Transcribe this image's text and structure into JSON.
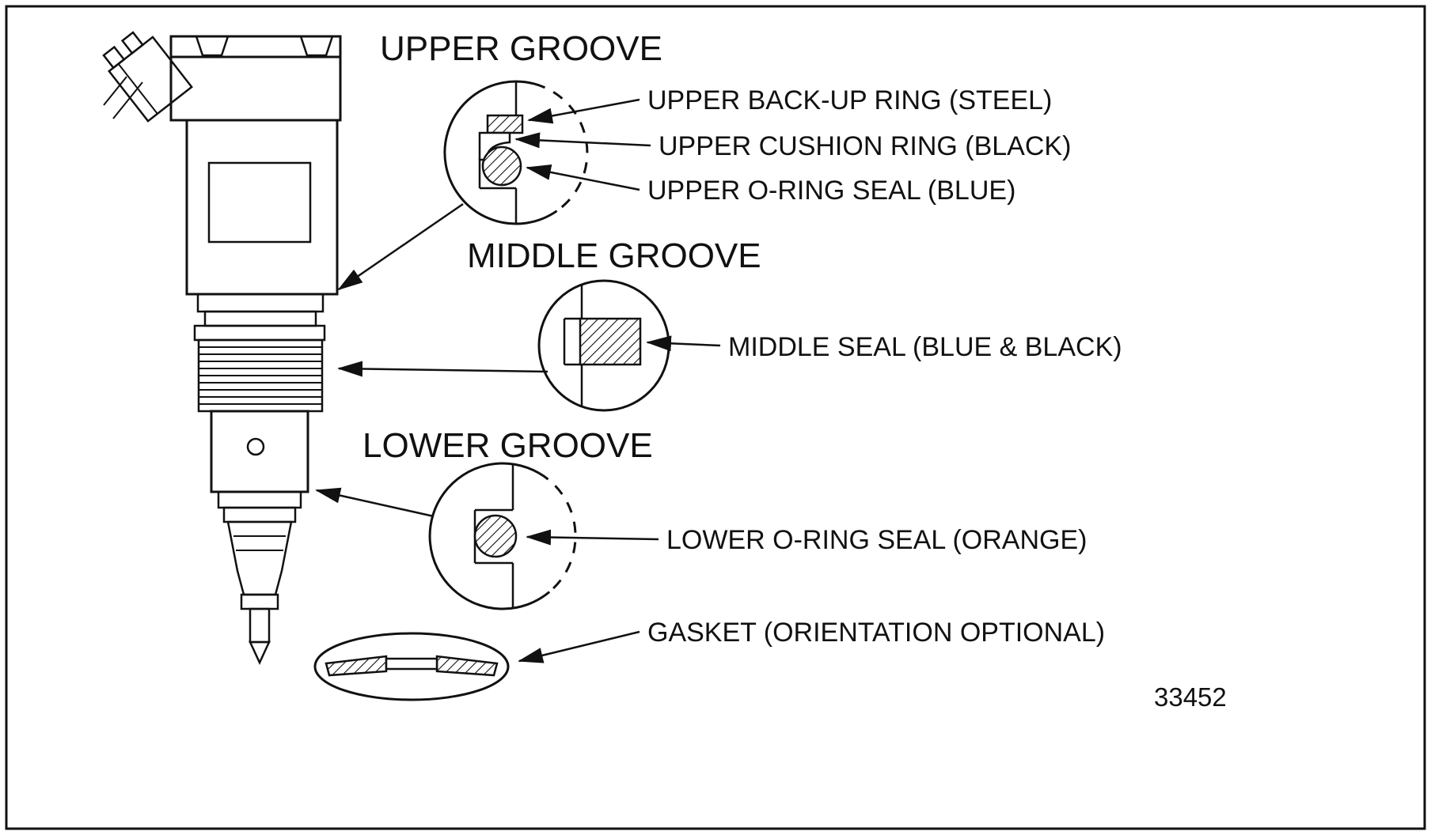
{
  "figure": {
    "number": "33452",
    "ink_color": "#111111",
    "background_color": "#ffffff",
    "sections": {
      "upper": {
        "title": "UPPER GROOVE",
        "labels": [
          "UPPER BACK-UP RING (STEEL)",
          "UPPER CUSHION RING (BLACK)",
          "UPPER O-RING SEAL (BLUE)"
        ]
      },
      "middle": {
        "title": "MIDDLE GROOVE",
        "labels": [
          "MIDDLE SEAL (BLUE & BLACK)"
        ]
      },
      "lower": {
        "title": "LOWER GROOVE",
        "labels": [
          "LOWER O-RING SEAL (ORANGE)"
        ]
      },
      "gasket": {
        "label": "GASKET (ORIENTATION OPTIONAL)"
      }
    }
  }
}
